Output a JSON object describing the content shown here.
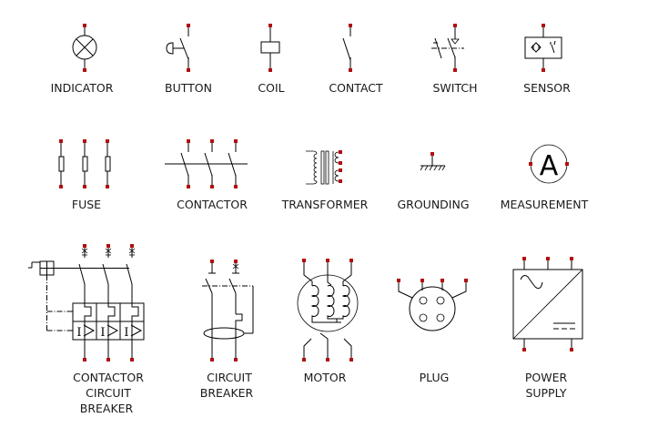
{
  "diagram": {
    "pin_color": "#b01010",
    "line_color": "#000000",
    "symbols": [
      {
        "id": "indicator",
        "label": [
          "INDICATOR"
        ],
        "icon": "indicator-lamp-icon"
      },
      {
        "id": "button",
        "label": [
          "BUTTON"
        ],
        "icon": "push-button-icon"
      },
      {
        "id": "coil",
        "label": [
          "COIL"
        ],
        "icon": "relay-coil-icon"
      },
      {
        "id": "contact",
        "label": [
          "CONTACT"
        ],
        "icon": "contact-icon"
      },
      {
        "id": "switch",
        "label": [
          "SWITCH"
        ],
        "icon": "switch-icon"
      },
      {
        "id": "sensor",
        "label": [
          "SENSOR"
        ],
        "icon": "proximity-sensor-icon"
      },
      {
        "id": "fuse",
        "label": [
          "FUSE"
        ],
        "icon": "fuse-icon"
      },
      {
        "id": "contactor",
        "label": [
          "CONTACTOR"
        ],
        "icon": "contactor-icon"
      },
      {
        "id": "transformer",
        "label": [
          "TRANSFORMER"
        ],
        "icon": "transformer-icon"
      },
      {
        "id": "grounding",
        "label": [
          "GROUNDING"
        ],
        "icon": "ground-icon"
      },
      {
        "id": "measurement",
        "label": [
          "MEASUREMENT"
        ],
        "icon": "ammeter-icon",
        "glyph": "A"
      },
      {
        "id": "contactor-circuit-breaker",
        "label": [
          "CONTACTOR",
          "CIRCUIT",
          "BREAKER"
        ],
        "icon": "contactor-circuit-breaker-icon",
        "glyph": "I"
      },
      {
        "id": "circuit-breaker",
        "label": [
          "CIRCUIT",
          "BREAKER"
        ],
        "icon": "circuit-breaker-icon"
      },
      {
        "id": "motor",
        "label": [
          "MOTOR"
        ],
        "icon": "motor-icon"
      },
      {
        "id": "plug",
        "label": [
          "PLUG"
        ],
        "icon": "plug-icon"
      },
      {
        "id": "power-supply",
        "label": [
          "POWER",
          "SUPPLY"
        ],
        "icon": "power-supply-icon"
      }
    ]
  }
}
